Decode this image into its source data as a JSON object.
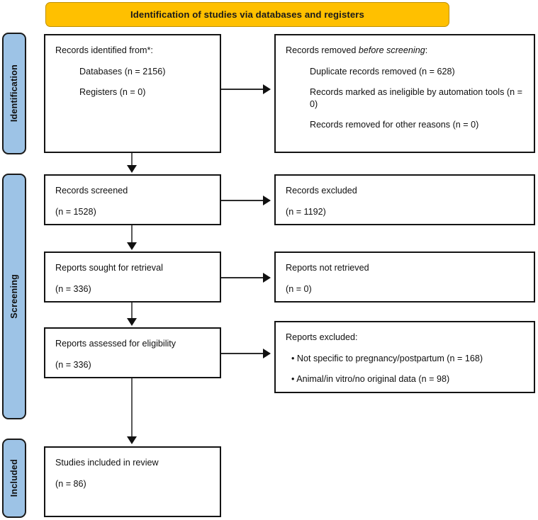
{
  "banner": {
    "title": "Identification of studies via databases and registers"
  },
  "phases": [
    {
      "label": "Identification"
    },
    {
      "label": "Screening"
    },
    {
      "label": "Included"
    }
  ],
  "boxes": {
    "identified": {
      "heading": "Records identified from*:",
      "line1": "Databases (n = 2156)",
      "line2": "Registers (n = 0)"
    },
    "removed": {
      "heading_pre": "Records removed ",
      "heading_em": "before screening",
      "heading_post": ":",
      "line1": "Duplicate records removed  (n = 628)",
      "line2": "Records marked as ineligible by automation tools (n = 0)",
      "line3": "Records removed for other reasons (n = 0)"
    },
    "screened": {
      "label": "Records screened",
      "count": "(n = 1528)"
    },
    "excluded": {
      "label": "Records excluded",
      "count": "(n = 1192)"
    },
    "sought": {
      "label": "Reports sought for retrieval",
      "count": "(n = 336)"
    },
    "not_retrieved": {
      "label": "Reports not retrieved",
      "count": "(n = 0)"
    },
    "assessed": {
      "label": "Reports assessed for eligibility",
      "count": "(n = 336)"
    },
    "reports_excluded": {
      "heading": "Reports excluded:",
      "reason1": "• Not specific to pregnancy/postpartum (n = 168)",
      "reason2": "• Animal/in vitro/no original data (n = 98)"
    },
    "included": {
      "label": "Studies included in review",
      "count": "(n = 86)"
    }
  },
  "colors": {
    "banner_fill": "#FFC000",
    "banner_border": "#BF9000",
    "phase_fill": "#9DC3E6",
    "box_border": "#141414",
    "connector": "#595959"
  }
}
